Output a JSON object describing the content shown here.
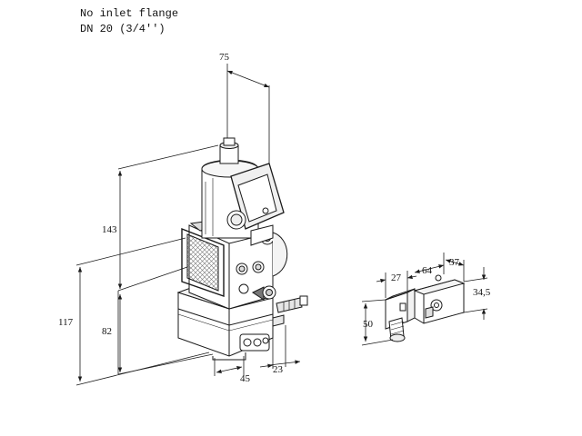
{
  "notes": {
    "line1": "No inlet flange",
    "line2": "DN 20 (3/4'')"
  },
  "dimensions": {
    "top_width": "75",
    "upper_height": "143",
    "total_height": "117",
    "lower_height": "82",
    "bottom_depth": "45",
    "outlet_offset": "23",
    "aux_27": "27",
    "aux_64": "64",
    "aux_37": "37",
    "aux_height_50": "50",
    "aux_height_345": "34,5"
  },
  "colors": {
    "line": "#1a1a1a",
    "shade": "#cfcfcf",
    "light_shade": "#ececec",
    "dark": "#555555"
  }
}
